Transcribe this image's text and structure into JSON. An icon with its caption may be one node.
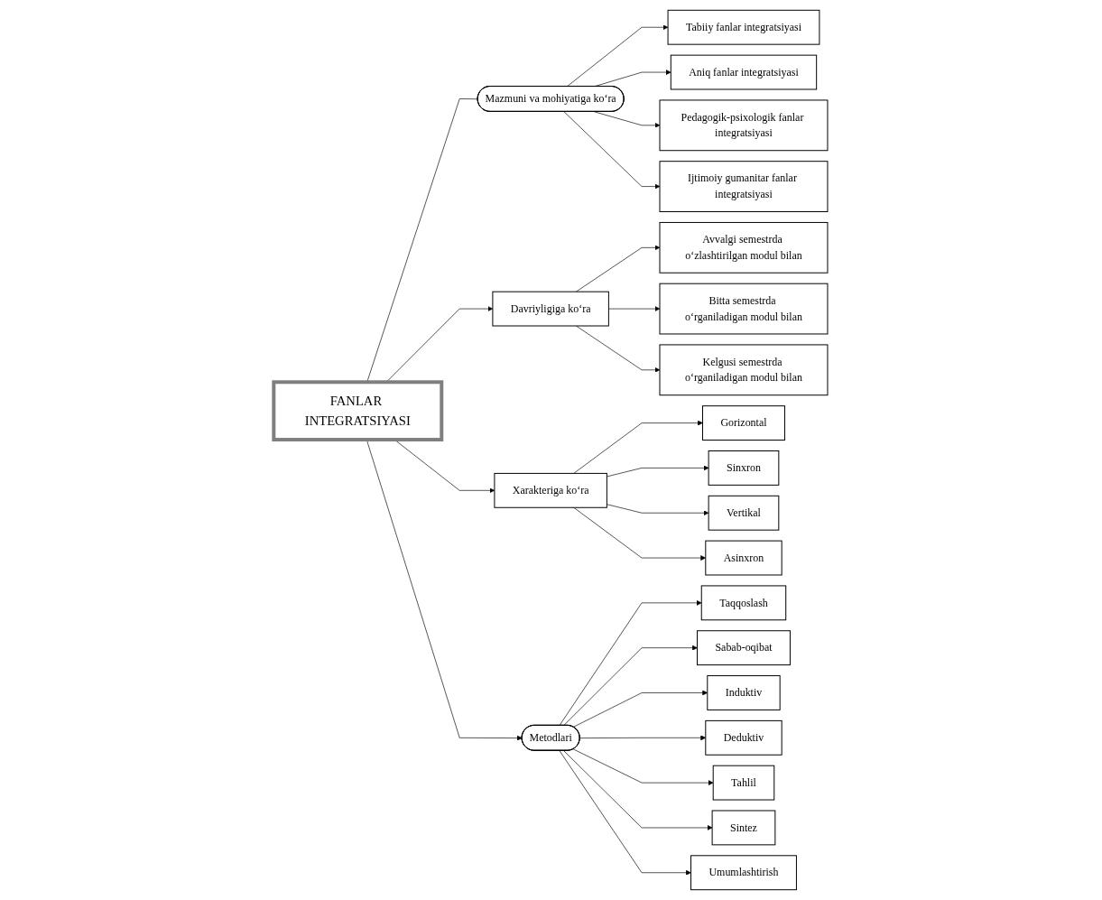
{
  "diagram": {
    "nodes": [
      {
        "text": [
          "FANLAR INTEGRATSIYASI"
        ]
      },
      {
        "text": [
          "Mazmuni va mohiyatiga ko‘ra"
        ]
      },
      {
        "text": [
          "Tabiiy fanlar integratsiyasi"
        ]
      },
      {
        "text": [
          "Aniq fanlar integratsiyasi"
        ]
      },
      {
        "text": [
          "Pedagogik-psixologik fanlar integratsiyasi"
        ]
      },
      {
        "text": [
          "Ijtimoiy gumanitar fanlar integratsiyasi"
        ]
      },
      {
        "text": [
          "Davriyligiga ko‘ra"
        ]
      },
      {
        "text": [
          "Avvalgi semestrda o‘zlashtirilgan modul bilan"
        ]
      },
      {
        "text": [
          "Bitta semestrda o‘rganiladigan modul bilan"
        ]
      },
      {
        "text": [
          "Kelgusi semestrda o‘rganiladigan modul bilan"
        ]
      },
      {
        "text": [
          "Xarakteriga ko‘ra"
        ]
      },
      {
        "text": [
          "Gorizontal"
        ]
      },
      {
        "text": [
          "Sinxron"
        ]
      },
      {
        "text": [
          "Vertikal"
        ]
      },
      {
        "text": [
          "Asinxron"
        ]
      },
      {
        "text": [
          "Metodlari"
        ]
      },
      {
        "text": [
          "Taqqoslash"
        ]
      },
      {
        "text": [
          "Sabab-oqibat"
        ]
      },
      {
        "text": [
          "Induktiv"
        ]
      },
      {
        "text": [
          "Deduktiv"
        ]
      },
      {
        "text": [
          "Tahlil"
        ]
      },
      {
        "text": [
          "Sintez"
        ]
      },
      {
        "text": [
          "Umumlashtirish"
        ]
      }
    ],
    "edges": [
      {
        "from": 0,
        "to": 1,
        "arrow": "none"
      },
      {
        "from": 1,
        "to": 2,
        "arrow": "to"
      },
      {
        "from": 1,
        "to": 3,
        "arrow": "to"
      },
      {
        "from": 1,
        "to": 4,
        "arrow": "to"
      },
      {
        "from": 1,
        "to": 5,
        "arrow": "to"
      },
      {
        "from": 0,
        "to": 6,
        "arrow": "to"
      },
      {
        "from": 6,
        "to": 7,
        "arrow": "to"
      },
      {
        "from": 6,
        "to": 8,
        "arrow": "to"
      },
      {
        "from": 6,
        "to": 9,
        "arrow": "to"
      },
      {
        "from": 0,
        "to": 10,
        "arrow": "to"
      },
      {
        "from": 10,
        "to": 11,
        "arrow": "to"
      },
      {
        "from": 10,
        "to": 12,
        "arrow": "to"
      },
      {
        "from": 10,
        "to": 13,
        "arrow": "to"
      },
      {
        "from": 10,
        "to": 14,
        "arrow": "to"
      },
      {
        "from": 0,
        "to": 15,
        "arrow": "to"
      },
      {
        "from": 15,
        "to": 16,
        "arrow": "to"
      },
      {
        "from": 15,
        "to": 17,
        "arrow": "to"
      },
      {
        "from": 15,
        "to": 18,
        "arrow": "to"
      },
      {
        "from": 15,
        "to": 19,
        "arrow": "to"
      },
      {
        "from": 15,
        "to": 20,
        "arrow": "to"
      },
      {
        "from": 15,
        "to": 21,
        "arrow": "to"
      },
      {
        "from": 15,
        "to": 22,
        "arrow": "to"
      }
    ]
  }
}
